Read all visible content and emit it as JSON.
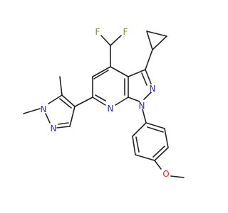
{
  "colors": {
    "bond": "#222222",
    "nitrogen": "#2b2bd9",
    "oxygen": "#e8281c",
    "fluorine": "#7a9a30",
    "background": "#ffffff"
  },
  "atoms": {
    "f1": "F",
    "f2": "F",
    "n_pyridine": "N",
    "n1_pyrazole": "N",
    "n2_pyrazole": "N",
    "n_dimethylpyrazole_1": "N",
    "n_dimethylpyrazole_2": "N",
    "o_methoxy": "O"
  }
}
